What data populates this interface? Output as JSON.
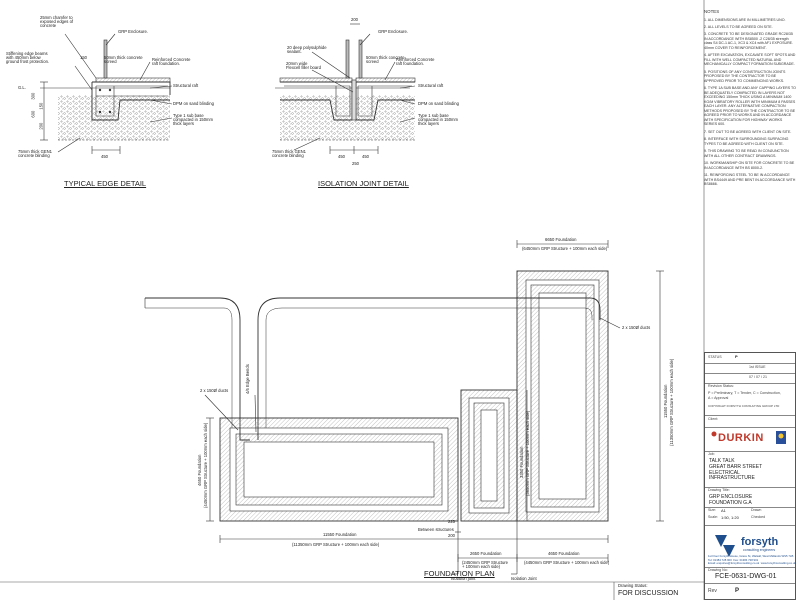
{
  "details": {
    "typical_edge": {
      "title": "TYPICAL EDGE DETAIL",
      "labels": {
        "chamfer": "25mm chamfer to\nexposed edges of\nconcrete",
        "grp1": "GRP Enclosure.",
        "dim_150": "150",
        "screed": "50mm thick concrete\nscreed",
        "reinforced": "Reinforced Concrete\nraft foundation.",
        "stiffening": "Stiffening edge beams\nwith 450mm below\nground frost protection.",
        "structural_raft": "Structural raft",
        "dpm": "DPM on sand blinding",
        "type1": "Type 1 sub base\ncompacted in 150mm\nthick layers",
        "blinding": "75mm thick GEN1\nconcrete blinding",
        "dim_450": "450",
        "gl": "G.L.",
        "dim_300": "300",
        "dim_600": "600",
        "dim_150v": "150",
        "dim_200": "200"
      }
    },
    "isolation_joint": {
      "title": "ISOLATION JOINT DETAIL",
      "labels": {
        "dim_200": "200",
        "grp": "GRP Enclosure.",
        "sealant": "20 deep polysulphide\nsealant.",
        "screed": "50mm thick concrete\nscreed",
        "filler": "20mm wide\nFlexcell filler board",
        "reinforced": "Reinforced Concrete\nraft foundation.",
        "structural_raft": "Structural raft",
        "dpm": "DPM on sand blinding",
        "type1": "Type 1 sub base\ncompacted in 150mm\nthick layers",
        "blinding": "75mm thick GEN1\nconcrete blinding",
        "dim_450a": "450",
        "dim_450b": "450",
        "dim_250": "250"
      }
    }
  },
  "plan": {
    "title": "FOUNDATION PLAN",
    "labels": {
      "top_dim": "6650 Foundation",
      "top_dim2": "(6450mm GRP Structure + 100mm each side)",
      "ducts_right": "2 x 150Ø ducts",
      "ducts_left": "2 x 150Ø ducts",
      "bends": "4/6 Edge Bends",
      "left_dim": "4650 Foundation",
      "left_dim2": "(4450mm GRP Structure + 100mm each side)",
      "mid_dim": "3350 Foundation",
      "mid_dim2": "(3650mm GRP Structure + 100mm each side)",
      "right_dim": "11550 Foundation",
      "right_dim2": "(11350mm GRP Structure + 100mm each side)",
      "bottom_total": "11550 Foundation",
      "bottom_total2": "(11350mm GRP Structure + 100mm each side)",
      "between": "Between structures",
      "dim_225": "225",
      "dim_200": "200",
      "d2650": "2650 Foundation",
      "d2650b": "(2450mm GRP Structure\n+ 100mm each side)",
      "d4650": "4650 Foundation",
      "d4650b": "(4450mm GRP Structure + 100mm each side)",
      "iso1": "Isolation joint",
      "iso2": "Isolation Joint"
    }
  },
  "notes": {
    "header": "NOTES",
    "items": [
      "1. ALL DIMENSIONS ARE IN MILLIMETRES UNO.",
      "2. ALL LEVELS TO BE AGREED ON SITE.",
      "3. CONCRETE TO BE DESIGNATED GRADE RC28/35 IN ACCORDANCE WITH BS8500 -2 C28/35 strength class S4 DC-1 AC-1, XC3 & XC4 with AF1 EXPOSURE. 40mm COVER TO REINFORCEMENT.",
      "4. AFTER EXCAVATION, EXCAVATE SOFT SPOTS AND FILL WITH WELL COMPACTED NATURAL AND MECHANICALLY COMPACT FORMATION SUBGRADE.",
      "5. POSITIONS OF ANY CONSTRUCTION JOINTS PROPOSED BY THE CONTRACTOR TO BE APPROVED PRIOR TO COMMENCING WORKS.",
      "6. TYPE 1A SUB BASE AND ANY CAPPING LAYERS TO BE ADEQUATELY COMPACTED IN LAYERS NOT EXCEEDING 150mm THICK USING A MINIMUM 1400 KG/M VIBRATORY ROLLER WITH MINIMUM 8 PASSES EACH LAYER. ANY ALTERNATIVE COMPACTION METHODS PROPOSED BY THE CONTRACTOR TO BE AGREED PRIOR TO WORKS AND IN ACCORDANCE WITH SPECIFICATION FOR HIGHWAY WORKS SERIES 600.",
      "7. SET OUT TO BE AGREED WITH CLIENT ON SITE.",
      "8. INTERFACE WITH SURROUNDING SURFACING TYPES TO BE AGREED WITH CLIENT ON SITE.",
      "9. THIS DRAWING TO BE READ IN CONJUNCTION WITH ALL OTHER CONTRACT DRAWINGS.",
      "10. WORKMANSHIP ON SITE FOR CONCRETE TO BE IN ACCORDANCE WITH BS 8000-2.",
      "11. REINFORCING STEEL TO BE IN ACCORDANCE WITH BS4449 AND PRE BENT IN ACCORDANCE WITH BS8666."
    ]
  },
  "title_block": {
    "status_label": "STATUS",
    "status_value": "P",
    "rev_label": "1st ISSUE",
    "date": "07 / 07 / 21",
    "revision_status": "Revision Status:",
    "rev_codes": "P = Preliminary, T = Tender, C = Construction,\nA = Approval",
    "copyright": "COPYRIGHT FORSYTH CONSULTING GROUP LTD",
    "client_label": "Client:",
    "client_name": "DURKIN",
    "job_label": "Job:",
    "job": "TALK TALK\nGREAT BARR STREET\nELECTRICAL\nINFRASTRUCTURE",
    "drawing_title_label": "Drawing Title:",
    "drawing_title": "GRP ENCLOSURE\nFOUNDATION G.A",
    "size_label": "Size:",
    "size": "A1",
    "scale_label": "Scale:",
    "scale": "1:50, 1:20",
    "drawn_label": "Drawn",
    "checked_label": "Checked",
    "company": "forsyth",
    "company_sub": "consulting engineers",
    "address": "1st Floor Forsyth House, Grace St, Walsall, West Midlands WS5 7LB\nTel: 01384 728 900  Fax: 01384 728 901\nEmail: enquiries@forsythconsulting.co.uk  www.forsythconsulting.co.uk",
    "drawing_status_label": "Drawing Status:",
    "drawing_status": "FOR DISCUSSION",
    "drawing_no_label": "Drawing No:",
    "drawing_no": "FCE-0631-DWG-01",
    "rev_box_label": "Rev",
    "rev_box_value": "P"
  },
  "colors": {
    "line": "#333333",
    "hatch": "#888888",
    "accent_red": "#cc1a1a",
    "forsyth_blue": "#1f4e8c"
  }
}
